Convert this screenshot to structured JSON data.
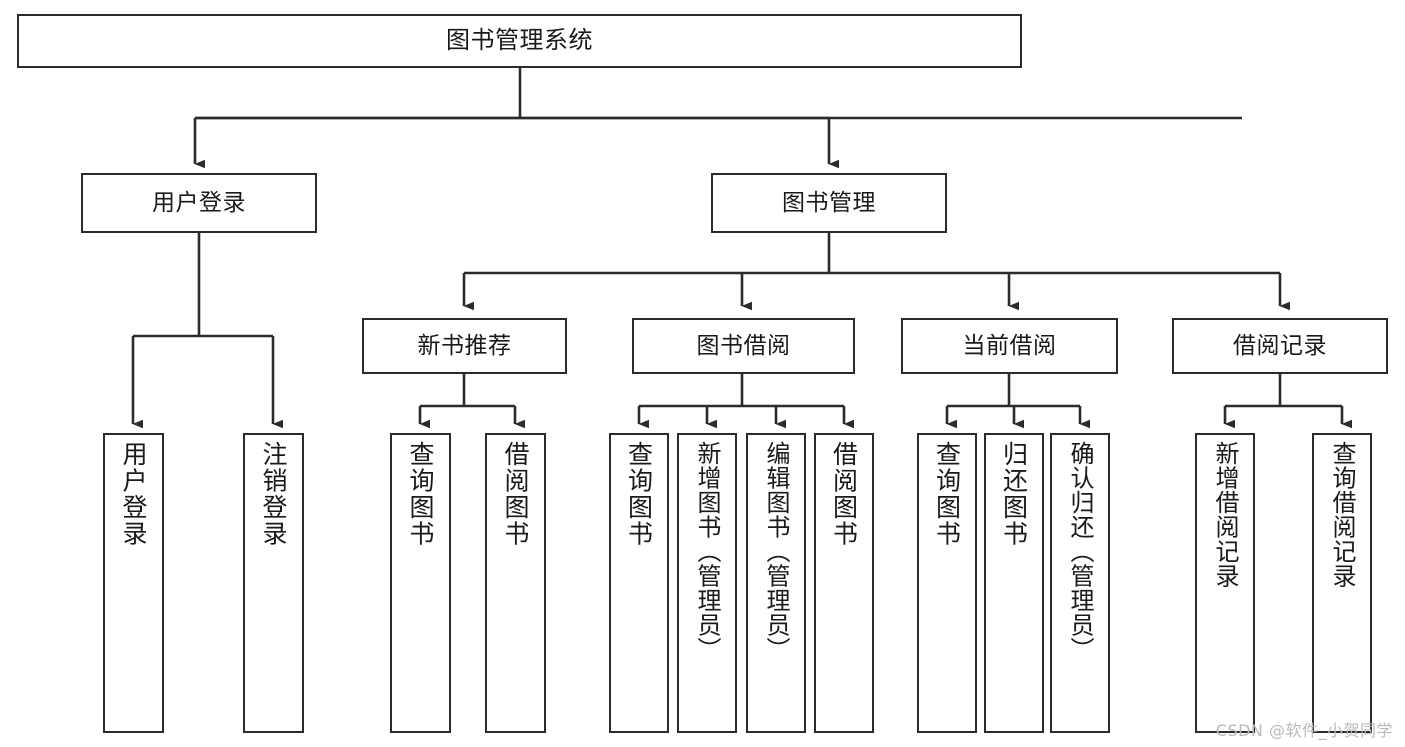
{
  "diagram": {
    "title": "图书管理系统",
    "type": "tree",
    "watermark": "CSDN @软件_小贺同学",
    "stroke_color": "#2b2b2b",
    "fill_color": "#ffffff",
    "text_color": "#1a1a1a",
    "nodes": {
      "root": {
        "label": "图书管理系统"
      },
      "level2": [
        {
          "id": "user-login",
          "label": "用户登录"
        },
        {
          "id": "book-manage",
          "label": "图书管理"
        }
      ],
      "level3": [
        {
          "id": "new-book-recommend",
          "label": "新书推荐"
        },
        {
          "id": "book-borrow",
          "label": "图书借阅"
        },
        {
          "id": "current-borrow",
          "label": "当前借阅"
        },
        {
          "id": "borrow-record",
          "label": "借阅记录"
        }
      ],
      "leaves": [
        {
          "id": "leaf-user-login",
          "label": "用户登录",
          "parent": "user-login"
        },
        {
          "id": "leaf-logout-login",
          "label": "注销登录",
          "parent": "user-login"
        },
        {
          "id": "leaf-query-book-1",
          "label": "查询图书",
          "parent": "new-book-recommend"
        },
        {
          "id": "leaf-borrow-book-1",
          "label": "借阅图书",
          "parent": "new-book-recommend"
        },
        {
          "id": "leaf-query-book-2",
          "label": "查询图书",
          "parent": "book-borrow"
        },
        {
          "id": "leaf-add-book",
          "label": "新增图书（管理员）",
          "parent": "book-borrow"
        },
        {
          "id": "leaf-edit-book",
          "label": "编辑图书（管理员）",
          "parent": "book-borrow"
        },
        {
          "id": "leaf-borrow-book-2",
          "label": "借阅图书",
          "parent": "book-borrow"
        },
        {
          "id": "leaf-query-book-3",
          "label": "查询图书",
          "parent": "current-borrow"
        },
        {
          "id": "leaf-return-book",
          "label": "归还图书",
          "parent": "current-borrow"
        },
        {
          "id": "leaf-confirm-return",
          "label": "确认归还（管理员）",
          "parent": "current-borrow"
        },
        {
          "id": "leaf-add-record",
          "label": "新增借阅记录",
          "parent": "borrow-record"
        },
        {
          "id": "leaf-query-record",
          "label": "查询借阅记录",
          "parent": "borrow-record"
        }
      ]
    }
  }
}
